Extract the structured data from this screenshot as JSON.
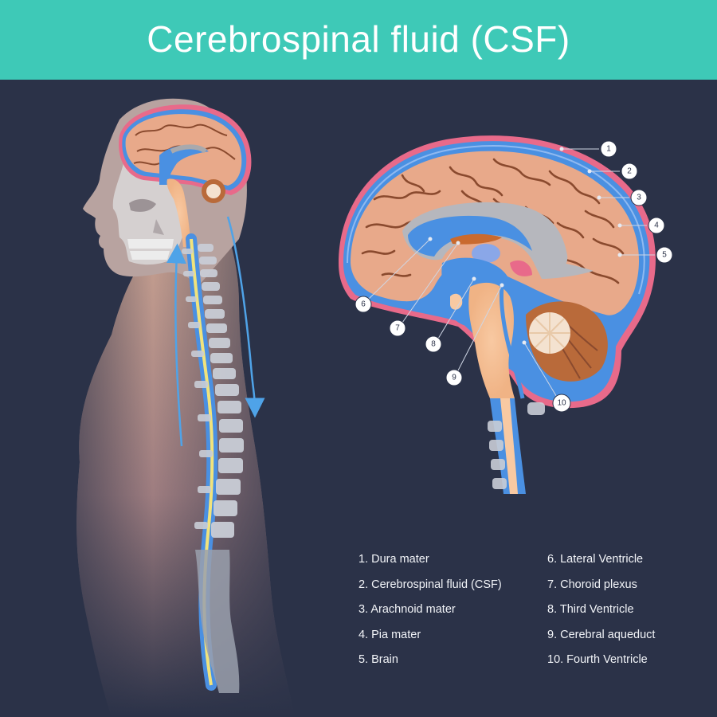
{
  "title": "Cerebrospinal fluid (CSF)",
  "callouts": [
    "1",
    "2",
    "3",
    "4",
    "5",
    "6",
    "7",
    "8",
    "9",
    "10"
  ],
  "legend": {
    "left": [
      "1. Dura mater",
      "2. Cerebrospinal fluid (CSF)",
      "3. Arachnoid mater",
      "4. Pia mater",
      "5. Brain"
    ],
    "right": [
      "6. Lateral Ventricle",
      "7. Choroid plexus",
      "8. Third Ventricle",
      "9. Cerebral aqueduct",
      "10. Fourth Ventricle"
    ]
  },
  "colors": {
    "header": "#3ec9b7",
    "background": "#2b3248",
    "brain": "#e8a98a",
    "csf": "#4a90e2",
    "dura": "#e86a8a",
    "flow_arrow": "#4fa3e8"
  }
}
